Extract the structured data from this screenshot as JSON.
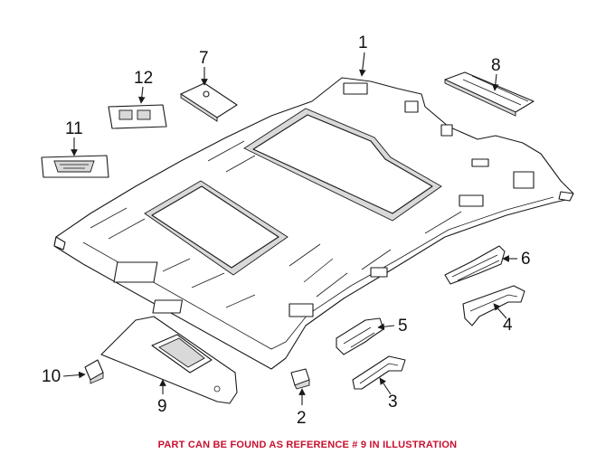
{
  "callouts": {
    "c1": "1",
    "c2": "2",
    "c3": "3",
    "c4": "4",
    "c5": "5",
    "c6": "6",
    "c7": "7",
    "c8": "8",
    "c9": "9",
    "c10": "10",
    "c11": "11",
    "c12": "12"
  },
  "footer": {
    "note": "PART CAN BE FOUND AS REFERENCE # 9 IN ILLUSTRATION"
  },
  "colors": {
    "note_text": "#c8102e",
    "line_art": "#1a1a1a",
    "background": "#ffffff"
  }
}
